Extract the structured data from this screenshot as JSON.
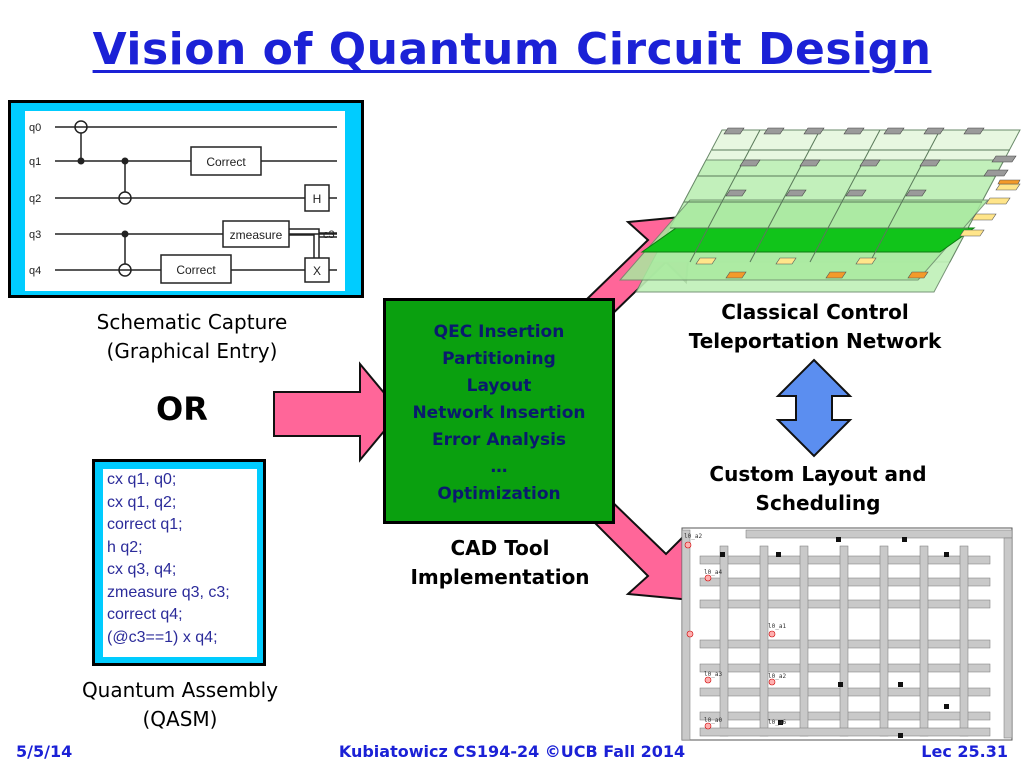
{
  "title": "Vision of Quantum Circuit Design",
  "schematic": {
    "wires": [
      "q0",
      "q1",
      "q2",
      "q3",
      "q4"
    ],
    "gates": {
      "correct_top": "Correct",
      "h": "H",
      "zmeasure": "zmeasure",
      "correct_bottom": "Correct",
      "x": "X"
    },
    "classical_wire": "c3",
    "caption_line1": "Schematic Capture",
    "caption_line2": "(Graphical Entry)"
  },
  "or_label": "OR",
  "qasm": {
    "lines": [
      "cx q1, q0;",
      "cx q1, q2;",
      "correct q1;",
      "h q2;",
      "cx q3, q4;",
      "zmeasure q3, c3;",
      "correct q4;",
      "(@c3==1) x q4;"
    ],
    "caption_line1": "Quantum Assembly",
    "caption_line2": "(QASM)"
  },
  "cad": {
    "steps": [
      "QEC Insertion",
      "Partitioning",
      "Layout",
      "Network Insertion",
      "Error Analysis",
      "…",
      "Optimization"
    ],
    "caption_line1": "CAD Tool",
    "caption_line2": "Implementation"
  },
  "network": {
    "caption_line1": "Classical Control",
    "caption_line2": "Teleportation Network"
  },
  "layout": {
    "caption_line1": "Custom Layout and",
    "caption_line2": "Scheduling",
    "cell_labels": [
      "l0_a2",
      "l0_a4",
      "l0_a1",
      "l0_a3",
      "l0_a2",
      "l0_a0",
      "l0_a6"
    ]
  },
  "colors": {
    "title": "#1b21d6",
    "arrow_pink": "#ff6699",
    "arrow_blue": "#5b8ef0",
    "cad_green": "#0aa00f",
    "frame_cyan": "#00ccff"
  },
  "footer": {
    "date": "5/5/14",
    "course": "Kubiatowicz CS194-24 ©UCB Fall 2014",
    "lecture": "Lec 25.31"
  }
}
